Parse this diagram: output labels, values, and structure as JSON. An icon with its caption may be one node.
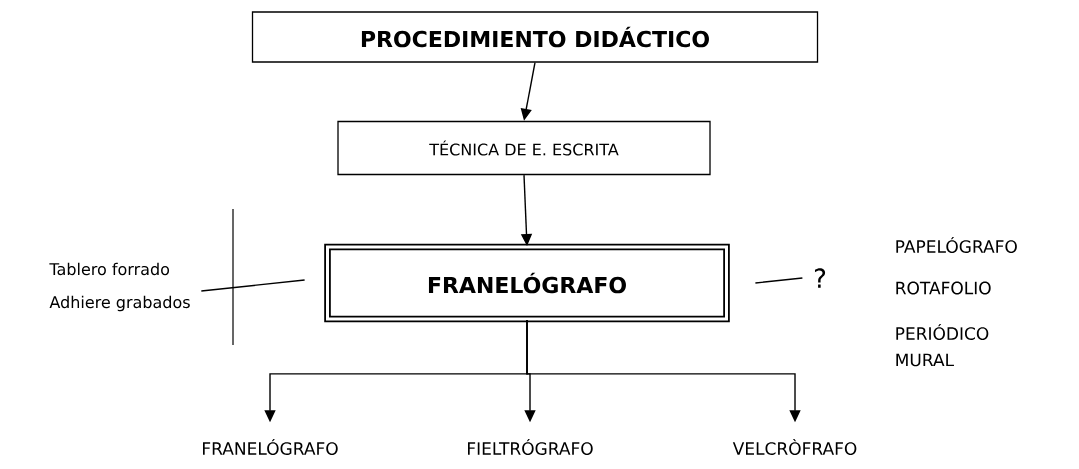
{
  "diagram": {
    "nodes": [
      {
        "text": [
          "PROCEDIMIENTO DIDÁCTICO"
        ]
      },
      {
        "text": [
          "TÉCNICA DE E. ESCRITA"
        ]
      },
      {
        "text": [
          "FRANELÓGRAFO"
        ]
      },
      {
        "text": [
          "Tablero forrado",
          "Adhiere grabados"
        ]
      },
      {
        "text": [
          "?"
        ]
      },
      {
        "text": [
          "FRANELÓGRAFO"
        ]
      },
      {
        "text": [
          "FIELTRÓGRAFO"
        ]
      },
      {
        "text": [
          "VELCRÒFRAFO"
        ]
      }
    ],
    "edges": [
      {
        "from": 0,
        "to": 1,
        "arrow": "to"
      },
      {
        "from": 1,
        "to": 2,
        "arrow": "to"
      },
      {
        "from": 2,
        "to": 3,
        "arrow": "none"
      },
      {
        "from": 2,
        "to": 4,
        "arrow": "none"
      },
      {
        "from": 2,
        "to": 5,
        "arrow": "to"
      },
      {
        "from": 2,
        "to": 6,
        "arrow": "to"
      },
      {
        "from": 2,
        "to": 7,
        "arrow": "to"
      }
    ],
    "labels": [
      "PAPELÓGRAFO",
      "ROTAFOLIO",
      "PERIÓDICO",
      "MURAL"
    ]
  }
}
